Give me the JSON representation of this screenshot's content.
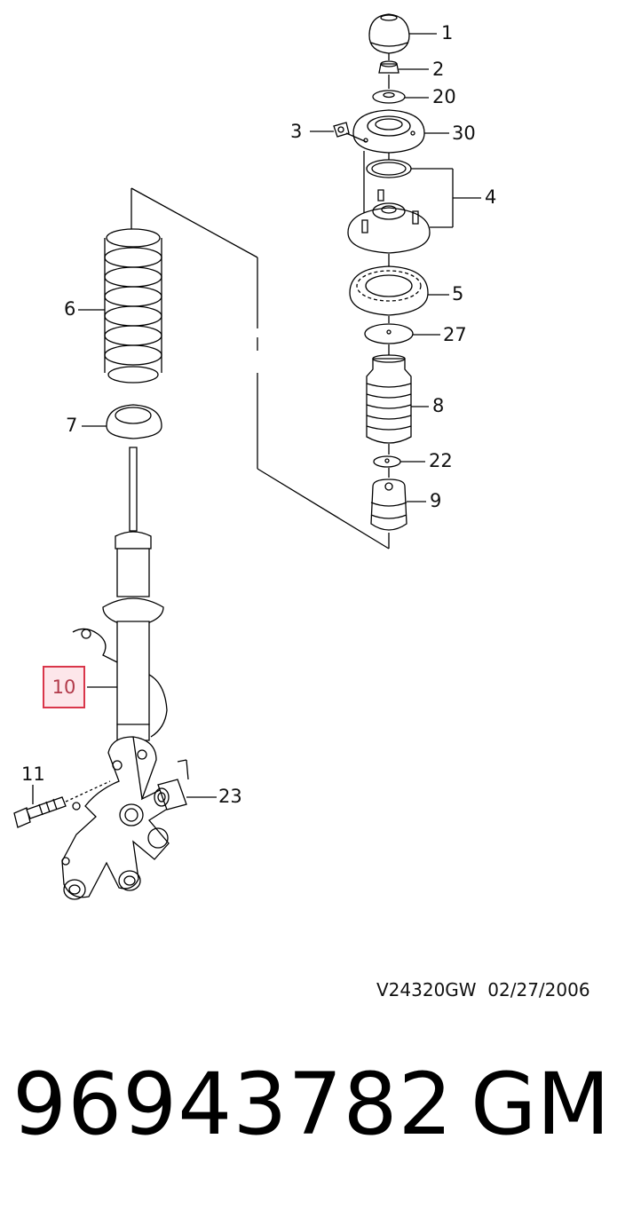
{
  "diagram": {
    "callouts": [
      {
        "id": "1",
        "label": "1"
      },
      {
        "id": "2",
        "label": "2"
      },
      {
        "id": "20",
        "label": "20"
      },
      {
        "id": "3",
        "label": "3"
      },
      {
        "id": "30",
        "label": "30"
      },
      {
        "id": "4",
        "label": "4"
      },
      {
        "id": "5",
        "label": "5"
      },
      {
        "id": "27",
        "label": "27"
      },
      {
        "id": "8",
        "label": "8"
      },
      {
        "id": "22",
        "label": "22"
      },
      {
        "id": "9",
        "label": "9"
      },
      {
        "id": "6",
        "label": "6"
      },
      {
        "id": "7",
        "label": "7"
      },
      {
        "id": "10",
        "label": "10",
        "highlighted": true
      },
      {
        "id": "11",
        "label": "11"
      },
      {
        "id": "23",
        "label": "23"
      }
    ],
    "highlight_color": "#d9364a"
  },
  "footer": {
    "diagram_code": "V24320GW",
    "date": "02/27/2006",
    "part_number": "96943782",
    "brand": "GM"
  }
}
